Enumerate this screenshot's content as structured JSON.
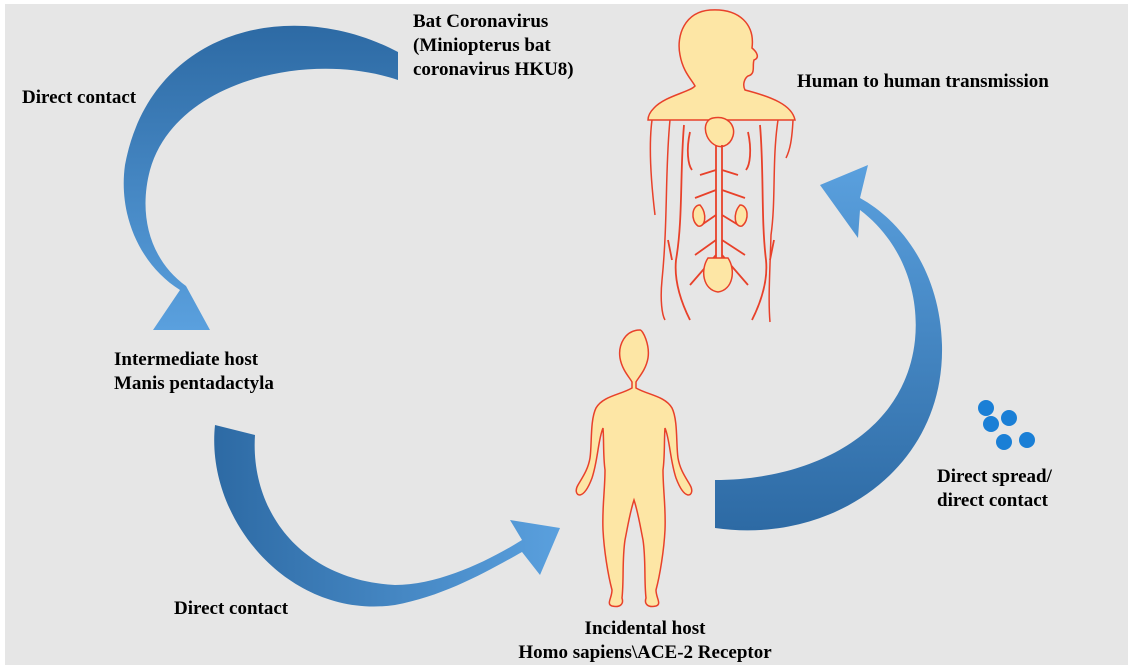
{
  "diagram": {
    "background_color": "#e6e6e6",
    "arrow_color_dark": "#2e6aa3",
    "arrow_color_light": "#4a90d0",
    "body_fill": "#fde6a5",
    "body_stroke": "#e8412a",
    "droplet_color": "#1a7fd6",
    "labels": {
      "bat_line1": "Bat Coronavirus",
      "bat_line2": "(Miniopterus bat",
      "bat_line3": "coronavirus HKU8)",
      "direct_contact_top": "Direct contact",
      "human_to_human": "Human to human transmission",
      "intermediate_line1": "Intermediate  host",
      "intermediate_line2": "Manis pentadactyla",
      "direct_contact_bottom": "Direct contact",
      "incidental_line1": "Incidental host",
      "incidental_line2": "Homo sapiens\\ACE-2 Receptor",
      "spread_line1": "Direct spread/",
      "spread_line2": "direct contact"
    }
  }
}
